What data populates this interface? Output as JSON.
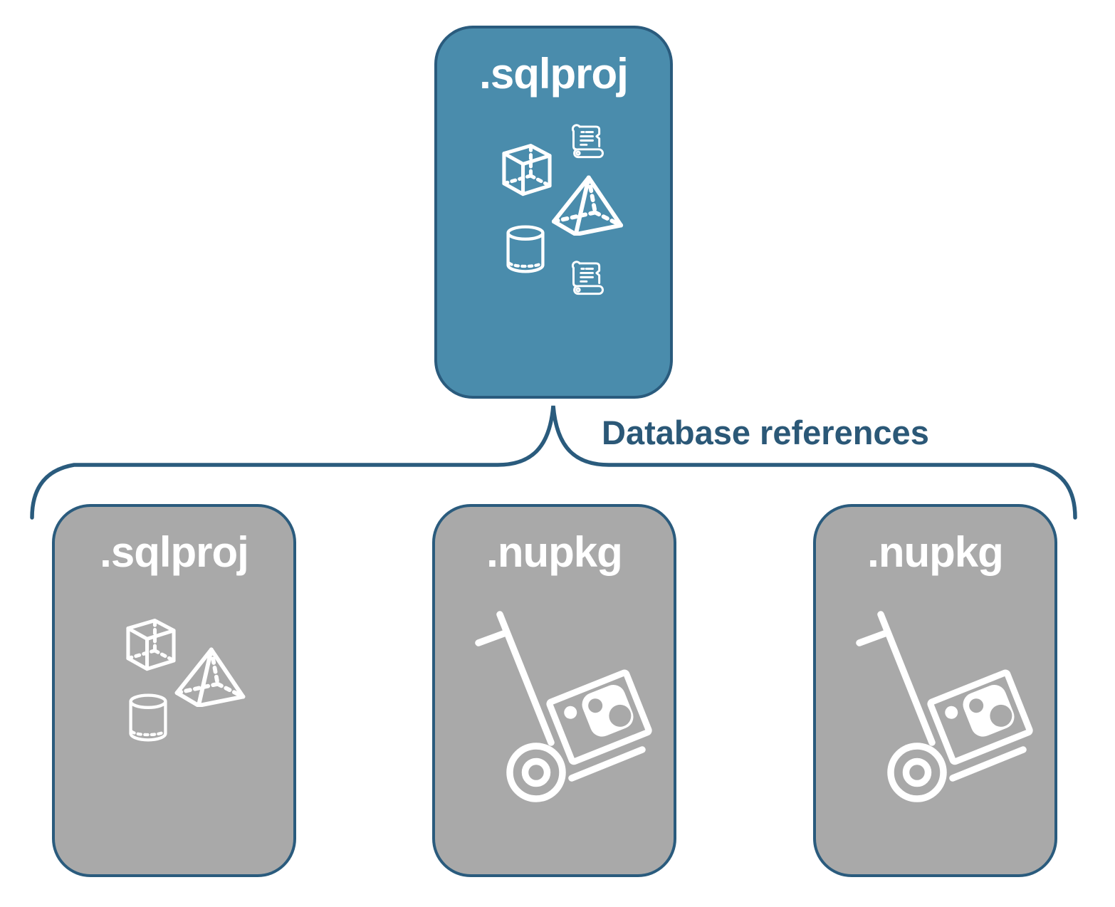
{
  "colors": {
    "primary_fill": "#4A8CAC",
    "secondary_fill": "#A9A9A9",
    "node_border": "#2A5B7D",
    "connector": "#2A5B7D",
    "label_text": "#2B5877",
    "icon": "#FFFFFF",
    "background": "#FFFFFF"
  },
  "root_node": {
    "label": ".sqlproj",
    "icons": [
      "script-scroll-icon",
      "cube-icon",
      "pyramid-icon",
      "cylinder-icon",
      "script-scroll-icon"
    ]
  },
  "connector": {
    "label": "Database references",
    "shape": "brace"
  },
  "child_nodes": [
    {
      "label": ".sqlproj",
      "icons": [
        "cube-icon",
        "pyramid-icon",
        "cylinder-icon"
      ]
    },
    {
      "label": ".nupkg",
      "icons": [
        "nuget-handtruck-icon"
      ]
    },
    {
      "label": ".nupkg",
      "icons": [
        "nuget-handtruck-icon"
      ]
    }
  ]
}
